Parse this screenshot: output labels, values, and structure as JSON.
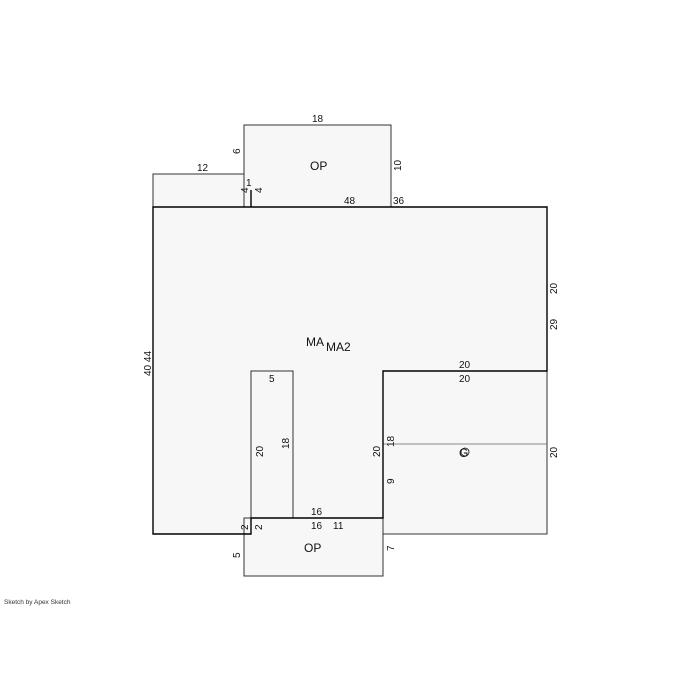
{
  "areas": {
    "op_top": "OP",
    "op_bottom": "OP",
    "main": "MA",
    "main2": "MA2",
    "garage_symbol": "G"
  },
  "dimensions": {
    "top_op_width": "18",
    "top_op_left": "6",
    "top_op_right": "10",
    "top_op_step_a": "1",
    "top_op_step_b": "4",
    "top_op_step_c": "4",
    "upper_left_width": "12",
    "main_top_a": "48",
    "main_top_b": "36",
    "right_upper_a": "20",
    "right_upper_b": "29",
    "left_side": "40 44",
    "notch_top": "5",
    "notch_left": "20",
    "notch_right": "18",
    "garage_top_a": "20",
    "garage_top_b": "20",
    "garage_left_a": "20",
    "garage_left_b": "18",
    "garage_left_c": "9",
    "garage_right": "20",
    "bottom_top_a": "16",
    "bottom_top_b": "16",
    "bottom_top_c": "11",
    "bottom_step_a": "2",
    "bottom_step_b": "2",
    "bottom_left": "5",
    "bottom_right": "7"
  },
  "footer": {
    "credit": "Sketch by Apex Sketch"
  }
}
